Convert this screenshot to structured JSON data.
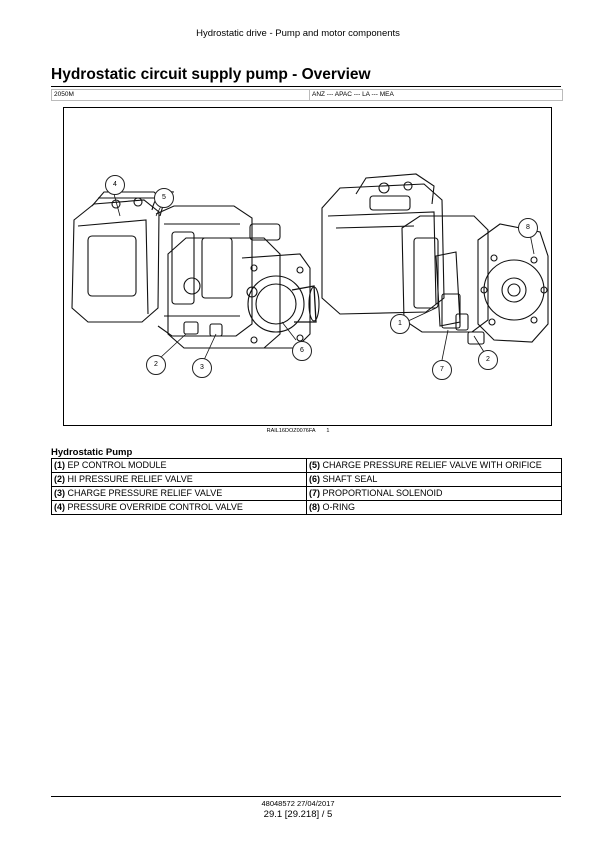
{
  "running_header": "Hydrostatic drive - Pump and motor components",
  "title": "Hydrostatic circuit supply pump - Overview",
  "meta": {
    "model": "2050M",
    "regions": "ANZ --- APAC --- LA --- MEA"
  },
  "figure": {
    "callouts": [
      "4",
      "5",
      "2",
      "3",
      "6",
      "8",
      "1",
      "7",
      "2"
    ],
    "image_code": "RAIL16DOZ0076FA",
    "number": "1"
  },
  "legend_title": "Hydrostatic Pump",
  "legend": {
    "rows": [
      [
        {
          "num": "(1)",
          "text": "EP CONTROL MODULE"
        },
        {
          "num": "(5)",
          "text": "CHARGE PRESSURE RELIEF VALVE WITH ORIFICE"
        }
      ],
      [
        {
          "num": "(2)",
          "text": "HI PRESSURE RELIEF VALVE"
        },
        {
          "num": "(6)",
          "text": "SHAFT SEAL"
        }
      ],
      [
        {
          "num": "(3)",
          "text": "CHARGE PRESSURE RELIEF VALVE"
        },
        {
          "num": "(7)",
          "text": "PROPORTIONAL SOLENOID"
        }
      ],
      [
        {
          "num": "(4)",
          "text": "PRESSURE OVERRIDE CONTROL VALVE"
        },
        {
          "num": "(8)",
          "text": "O-RING"
        }
      ]
    ]
  },
  "footer": {
    "doc": "48048572 27/04/2017",
    "page": "29.1 [29.218] / 5"
  }
}
